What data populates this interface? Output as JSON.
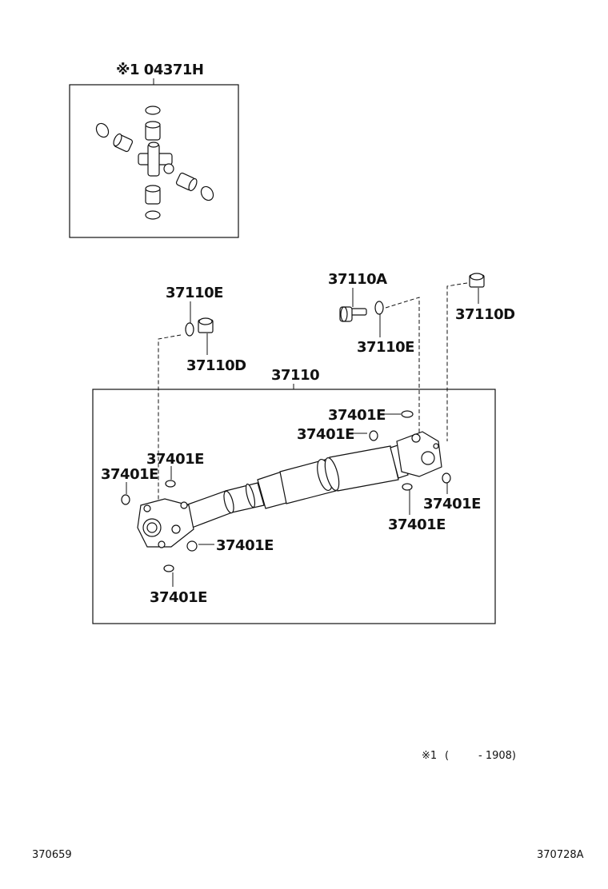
{
  "labels": {
    "kit": "※1 04371H",
    "shaft": "37110",
    "bolt": "37110A",
    "washer_left": "37110E",
    "nut_left": "37110D",
    "washer_right": "37110E",
    "nut_right": "37110D",
    "snap_ring_1": "37401E",
    "snap_ring_2": "37401E",
    "snap_ring_3": "37401E",
    "snap_ring_4": "37401E",
    "snap_ring_5": "37401E",
    "snap_ring_6": "37401E",
    "snap_ring_7": "37401E",
    "snap_ring_8": "37401E"
  },
  "footnote": {
    "mark": "※1",
    "open_paren": "(",
    "range": "- 1908)"
  },
  "codes": {
    "left": "370659",
    "right": "370728A"
  }
}
